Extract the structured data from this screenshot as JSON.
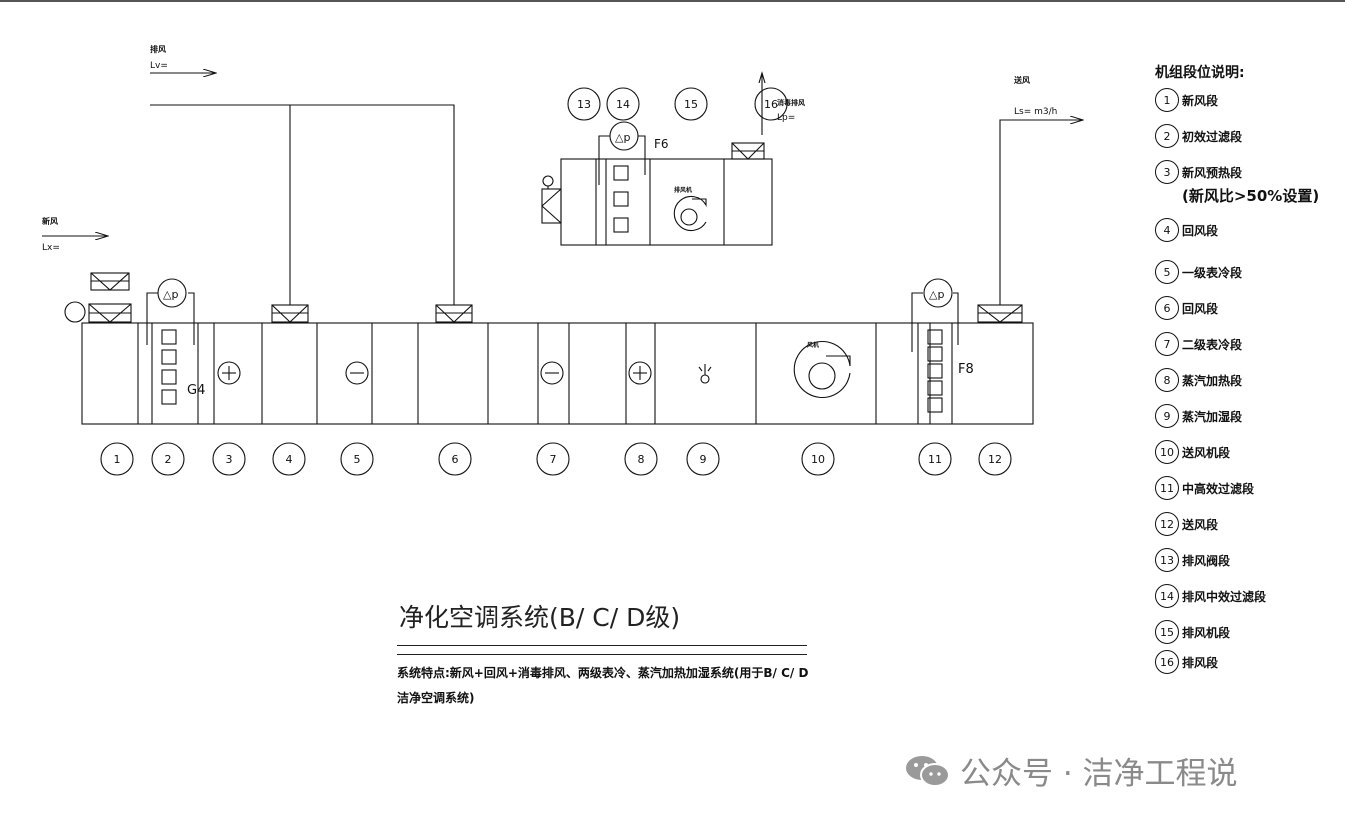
{
  "labels": {
    "exhaust_top": "排风",
    "lv_top": "Lv=",
    "fresh": "新风",
    "lx": "Lx=",
    "supply": "送风",
    "ls": "Ls=  m3/h",
    "purge_exhaust": "消毒排风",
    "lp": "Lp=",
    "exhaust_fan": "排风机",
    "supply_fan": "风机",
    "filter_g4": "G4",
    "filter_f8": "F8",
    "filter_f6": "F6",
    "dp": "△p"
  },
  "main_sections": [
    "1",
    "2",
    "3",
    "4",
    "5",
    "6",
    "7",
    "8",
    "9",
    "10",
    "11",
    "12"
  ],
  "upper_sections": [
    "13",
    "14",
    "15",
    "16"
  ],
  "legend": {
    "title": "机组段位说明:",
    "items": [
      {
        "num": "1",
        "text": "新风段"
      },
      {
        "num": "2",
        "text": "初效过滤段"
      },
      {
        "num": "3",
        "text": "新风预热段",
        "sub": "(新风比>50%设置)"
      },
      {
        "num": "4",
        "text": "回风段"
      },
      {
        "num": "5",
        "text": "一级表冷段"
      },
      {
        "num": "6",
        "text": "回风段"
      },
      {
        "num": "7",
        "text": "二级表冷段"
      },
      {
        "num": "8",
        "text": "蒸汽加热段"
      },
      {
        "num": "9",
        "text": "蒸汽加湿段"
      },
      {
        "num": "10",
        "text": "送风机段"
      },
      {
        "num": "11",
        "text": "中高效过滤段"
      },
      {
        "num": "12",
        "text": "送风段"
      },
      {
        "num": "13",
        "text": "排风阀段"
      },
      {
        "num": "14",
        "text": "排风中效过滤段"
      },
      {
        "num": "15",
        "text": "排风机段"
      },
      {
        "num": "16",
        "text": "排风段"
      }
    ]
  },
  "title": "净化空调系统(B/ C/ D级)",
  "note": "系统特点:新风+回风+消毒排风、两级表冷、蒸汽加热加湿系统(用于B/ C/ D洁净空调系统)",
  "watermark": "公众号 · 洁净工程说"
}
